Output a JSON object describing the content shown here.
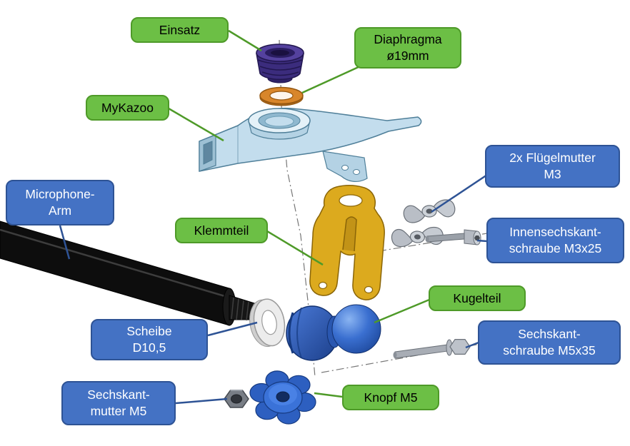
{
  "diagram": {
    "type": "exploded-assembly-diagram",
    "description": "Exploded view of a MyKazoo microphone mount assembly with callout labels"
  },
  "labels": {
    "einsatz": "Einsatz",
    "diaphragma": "Diaphragma\nø19mm",
    "mykazoo": "MyKazoo",
    "fluegelmutter": "2x Flügelmutter\nM3",
    "microphone_arm": "Microphone-\nArm",
    "klemmteil": "Klemmteil",
    "innensechskantschraube": "Innensechskant-\nschraube M3x25",
    "kugelteil": "Kugelteil",
    "scheibe": "Scheibe\nD10,5",
    "sechskantschraube": "Sechskant-\nschraube M5x35",
    "sechskantmutter": "Sechskant-\nmutter M5",
    "knopf": "Knopf M5"
  },
  "colors": {
    "label_green_bg": "#6CBF45",
    "label_green_border": "#4E9A28",
    "label_green_text": "#000000",
    "label_blue_bg": "#4472C4",
    "label_blue_border": "#2E5395",
    "label_blue_text": "#FFFFFF",
    "part_insert_purple": "#3B2C7D",
    "part_diaphragm_orange": "#D8862B",
    "part_kazoo_lightblue": "#C3DDED",
    "part_clamp_gold": "#DCAA1E",
    "part_ball_blue": "#2D5FC0",
    "part_arm_black": "#0D0D0D",
    "part_metal_gray": "#A8ADB5"
  }
}
